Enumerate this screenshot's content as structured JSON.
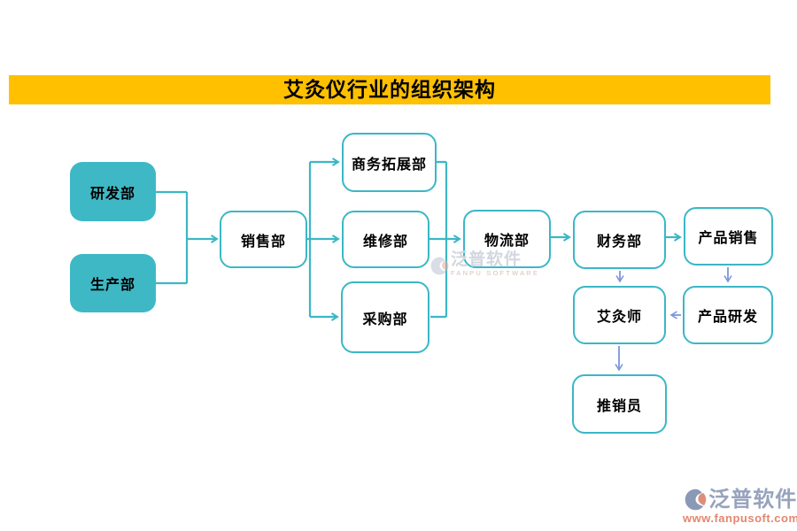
{
  "title": {
    "text": "艾灸仪行业的组织架构"
  },
  "nodes": {
    "rnd": "研发部",
    "production": "生产部",
    "sales": "销售部",
    "bizdev": "商务拓展部",
    "maintenance": "维修部",
    "procurement": "采购部",
    "logistics": "物流部",
    "finance": "财务部",
    "product_sales": "产品销售",
    "moxibustionist": "艾灸师",
    "product_rnd": "产品研发",
    "salesperson": "推销员"
  },
  "edges": [
    {
      "from": "研发部",
      "to": "销售部"
    },
    {
      "from": "生产部",
      "to": "销售部"
    },
    {
      "from": "销售部",
      "to": "商务拓展部"
    },
    {
      "from": "销售部",
      "to": "维修部"
    },
    {
      "from": "销售部",
      "to": "采购部"
    },
    {
      "from": "商务拓展部",
      "to": "物流部"
    },
    {
      "from": "维修部",
      "to": "物流部"
    },
    {
      "from": "采购部",
      "to": "物流部"
    },
    {
      "from": "物流部",
      "to": "财务部"
    },
    {
      "from": "财务部",
      "to": "产品销售"
    },
    {
      "from": "财务部",
      "to": "艾灸师"
    },
    {
      "from": "产品销售",
      "to": "产品研发"
    },
    {
      "from": "产品研发",
      "to": "艾灸师"
    },
    {
      "from": "艾灸师",
      "to": "推销员"
    }
  ],
  "watermark_center": {
    "brand": "泛普软件",
    "subtitle": "FANPU SOFTWARE"
  },
  "watermark_corner": {
    "brand": "泛普软件",
    "url": "www.fanpusoft.com"
  },
  "colors": {
    "title_bg": "#FFC000",
    "teal_line": "#3BB7C6",
    "teal_fill": "#3FB8C5",
    "blue_arrow": "#7C96DB"
  }
}
